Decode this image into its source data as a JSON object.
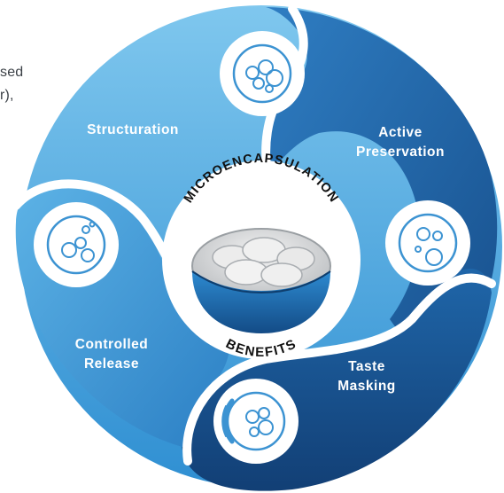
{
  "partial_text": {
    "line1": "sed",
    "line2": "r),"
  },
  "segments": {
    "structuration": "Structuration",
    "active_preservation": {
      "line1": "Active",
      "line2": "Preservation"
    },
    "controlled_release": {
      "line1": "Controlled",
      "line2": "Release"
    },
    "taste_masking": {
      "line1": "Taste",
      "line2": "Masking"
    }
  },
  "center": {
    "top_label": "MICROENCAPSULATION",
    "bottom_label": "BENEFITS"
  },
  "icons": {
    "structuration": "bubbles-cluster-icon",
    "active_preservation": "circles-in-disk-icon",
    "controlled_release": "released-bubbles-icon",
    "taste_masking": "bubbles-with-shield-icon",
    "center": "microcapsule-bowl-icon"
  },
  "colors": {
    "light_blue": "#4aa8e0",
    "dark_blue": "#1b5e9c",
    "white": "#ffffff",
    "text_dark": "#111111"
  }
}
